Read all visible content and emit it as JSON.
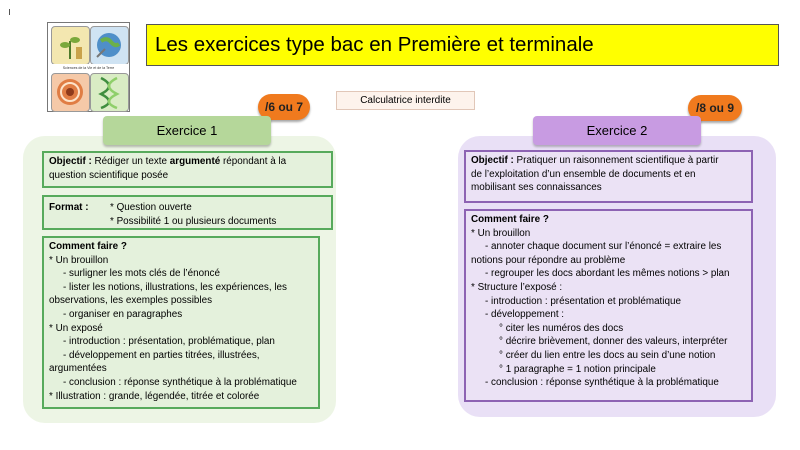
{
  "title": "Les exercices type bac en Première et terminale",
  "logo": {
    "band_text": "Sciences de la Vie et de la Terre",
    "icons": [
      "plant-icon",
      "earth-icon",
      "cells-icon",
      "dna-icon"
    ]
  },
  "calculator_note": "Calculatrice interdite",
  "colors": {
    "title_bg": "#ffff00",
    "badge": "#f07a1e",
    "ex1_header": "#b5d79a",
    "ex1_border": "#57aa5c",
    "ex2_header": "#c89be2",
    "ex2_border": "#8d63b3"
  },
  "exercise1": {
    "badge": "/6 ou 7",
    "header": "Exercice 1",
    "objectif": {
      "label": "Objectif :",
      "pre": " Rédiger un texte ",
      "bold": "argumenté",
      "post": " répondant à la",
      "line2": "question scientifique posée"
    },
    "format": {
      "label": "Format :",
      "items": [
        "* Question ouverte",
        "* Possibilité 1 ou plusieurs documents"
      ]
    },
    "comment": {
      "label": "Comment faire ?",
      "lines": [
        "* Un brouillon",
        "surligner les mots clés de l’énoncé",
        "lister les notions, illustrations, les expériences, les",
        "observations, les exemples possibles",
        "organiser en paragraphes",
        "* Un exposé",
        "introduction : présentation, problématique, plan",
        "développement en parties titrées, illustrées,",
        "argumentées",
        "conclusion : réponse synthétique à la problématique",
        "* Illustration : grande, légendée, titrée et colorée"
      ]
    }
  },
  "exercise2": {
    "badge": "/8 ou 9",
    "header": "Exercice 2",
    "objectif": {
      "label": "Objectif :",
      "line1": " Pratiquer un raisonnement scientifique à partir",
      "line2": "de l’exploitation d’un ensemble de documents et en",
      "line3": "mobilisant ses connaissances"
    },
    "comment": {
      "label": "Comment faire ?",
      "lines": [
        "* Un brouillon",
        "- annoter chaque document sur l’énoncé = extraire les",
        "notions pour répondre au problème",
        "- regrouper les docs abordant les mêmes notions > plan",
        "* Structure l’exposé :",
        "- introduction : présentation et problématique",
        "- développement :",
        "° citer les numéros des docs",
        "° décrire brièvement, donner des valeurs, interpréter",
        "° créer du lien entre les docs au sein d’une notion",
        "° 1 paragraphe = 1 notion principale",
        "- conclusion : réponse synthétique à la problématique"
      ]
    }
  }
}
